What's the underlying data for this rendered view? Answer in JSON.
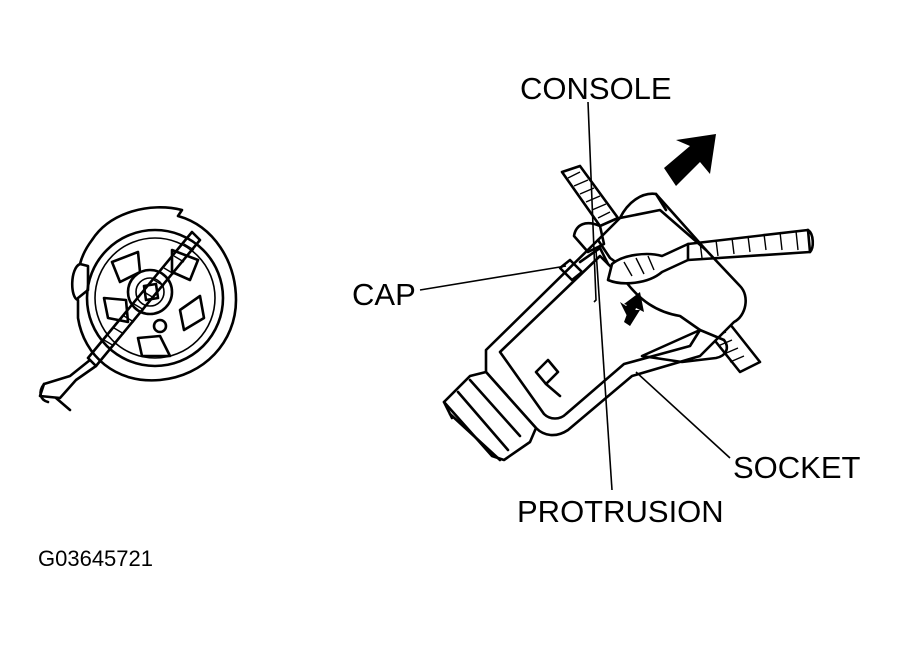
{
  "labels": {
    "console": "CONSOLE",
    "cap": "CAP",
    "socket": "SOCKET",
    "protrusion": "PROTRUSION"
  },
  "figure_id": "G03645721"
}
